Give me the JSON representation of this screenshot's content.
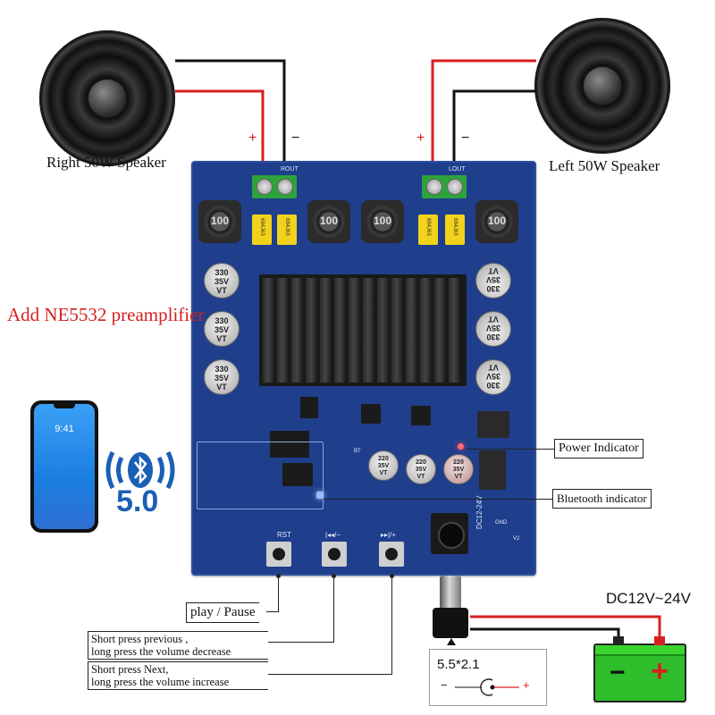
{
  "speakers": {
    "right_label": "Right 50W Speaker",
    "left_label": "Left 50W Speaker",
    "plus": "+",
    "minus": "−"
  },
  "preamp_label": "Add NE5532 preamplifier",
  "bluetooth_version": "5.0",
  "phone_time": "9:41",
  "board": {
    "inductor_marking": "100",
    "ycap_marking": "684J63",
    "ecap_lines": [
      "330",
      "35V",
      "VT"
    ],
    "small_ecap_lines": [
      "220",
      "35V",
      "VT"
    ],
    "button_labels": [
      "RST",
      "|◂◂/−",
      "▸▸|/+"
    ],
    "dc_marking": "DC12-24V",
    "bt_marking": "BT",
    "gnd_marking": "GND",
    "v_marking": "V2",
    "rout_marking": "ROUT",
    "lout_marking": "LOUT"
  },
  "annotations": {
    "power_indicator": "Power Indicator",
    "bluetooth_indicator": "Bluetooth indicator",
    "play_pause": "play / Pause",
    "prev_line1": "Short press previous ,",
    "prev_line2": "long press the volume decrease",
    "next_line1": "Short press Next,",
    "next_line2": "long press the volume increase"
  },
  "power": {
    "voltage_label": "DC12V~24V",
    "plug_size": "5.5*2.1",
    "polarity_minus": "−",
    "polarity_plus": "+",
    "battery_minus": "−",
    "battery_plus": "+"
  },
  "colors": {
    "board": "#1f3f8c",
    "wire_red": "#d91f1f",
    "wire_black": "#111111",
    "preamp_text": "#d62020",
    "bt_blue": "#1a5fb4",
    "battery_green": "#2fbd2c"
  }
}
